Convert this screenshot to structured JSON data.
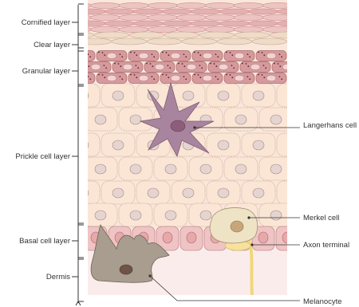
{
  "left_labels": {
    "cornified": "Cornified layer",
    "clear": "Clear layer",
    "granular": "Granular layer",
    "prickle": "Prickle cell layer",
    "basal": "Basal cell layer",
    "dermis": "Dermis"
  },
  "right_labels": {
    "langerhans": "Langerhans cell",
    "merkel": "Merkel cell",
    "axon": "Axon terminal",
    "melanocyte": "Melanocyte"
  },
  "colors": {
    "cornified": "#e8b8b8",
    "clear": "#eedbc8",
    "granular": "#c98a8e",
    "prickle": "#fbe6d6",
    "basal": "#f0c4c4",
    "dermis": "#fbecec",
    "langerhans": "#a8849e",
    "merkel": "#efe3c6",
    "melanocyte": "#a89d8e",
    "axon": "#f6e29c",
    "line": "#333333"
  }
}
